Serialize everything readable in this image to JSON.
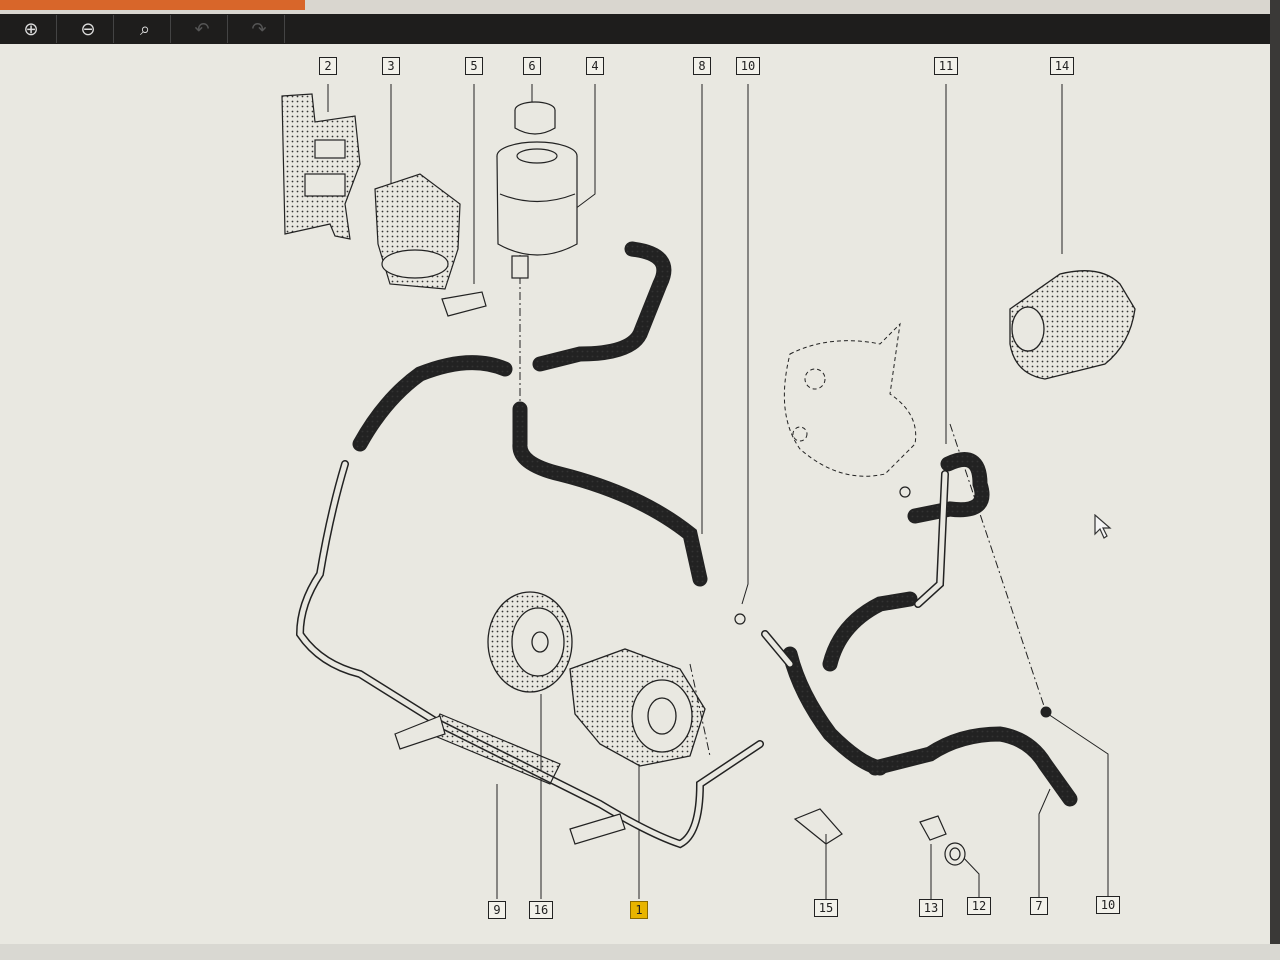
{
  "toolbar": {
    "buttons": [
      {
        "name": "zoom-in-icon",
        "glyph": "⊕",
        "enabled": true
      },
      {
        "name": "zoom-out-icon",
        "glyph": "⊖",
        "enabled": true
      },
      {
        "name": "zoom-fit-icon",
        "glyph": "⌕",
        "enabled": true
      },
      {
        "name": "back-icon",
        "glyph": "↶",
        "enabled": false
      },
      {
        "name": "forward-icon",
        "glyph": "↷",
        "enabled": false
      }
    ]
  },
  "colors": {
    "canvas": "#e9e8e1",
    "line": "#222222",
    "highlight": "#e8b400",
    "accent": "#d8662a"
  },
  "callouts": {
    "c2": "2",
    "c3": "3",
    "c5": "5",
    "c6": "6",
    "c4": "4",
    "c8": "8",
    "c10a": "10",
    "c11": "11",
    "c14": "14",
    "c9": "9",
    "c16": "16",
    "c1": "1",
    "c15": "15",
    "c13": "13",
    "c12": "12",
    "c7": "7",
    "c10b": "10"
  }
}
